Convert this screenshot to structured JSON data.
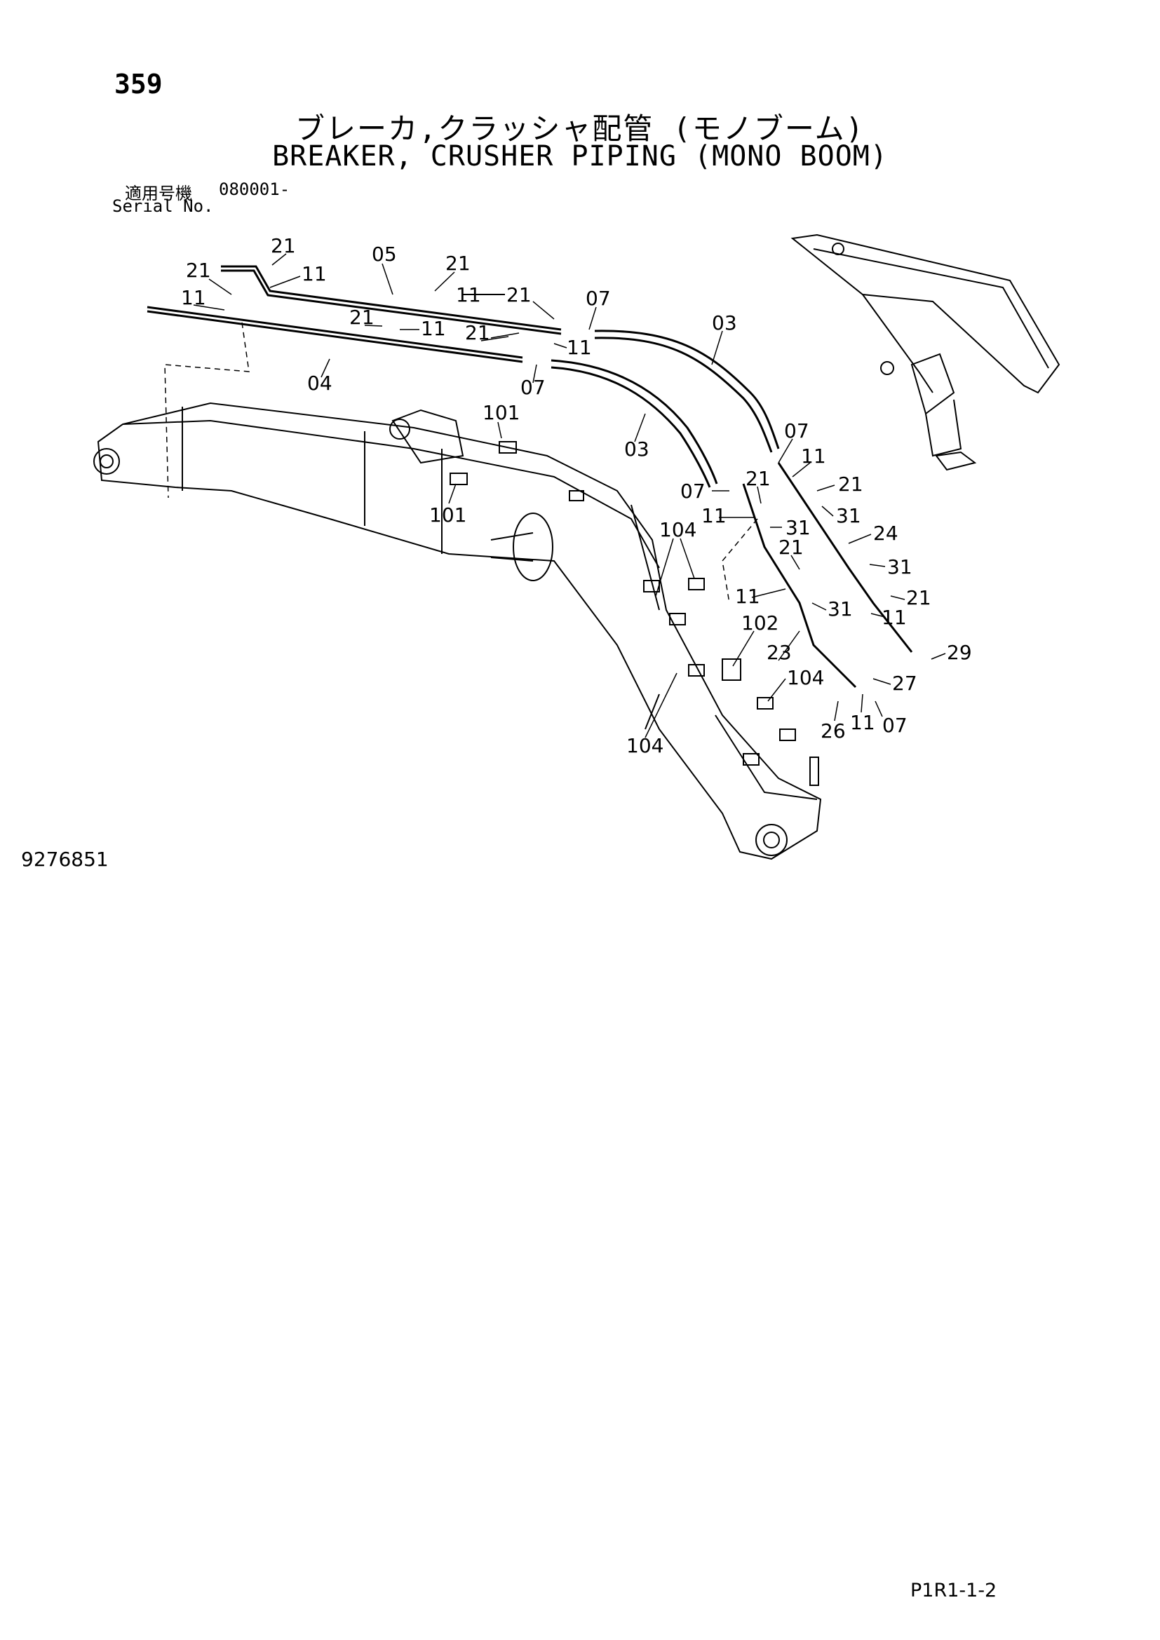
{
  "page_number": "359",
  "title_jp": "ブレーカ,クラッシャ配管 (モノブーム)",
  "title_en": "BREAKER, CRUSHER PIPING (MONO BOOM)",
  "serial": {
    "label_jp": "適用号機",
    "label_en": "Serial No.",
    "value": "080001-"
  },
  "drawing_number": "9276851",
  "page_code": "P1R1-1-2",
  "callouts": [
    "21",
    "21",
    "11",
    "05",
    "21",
    "11",
    "21",
    "11",
    "21",
    "11",
    "21",
    "11",
    "07",
    "03",
    "04",
    "07",
    "101",
    "03",
    "07",
    "11",
    "101",
    "21",
    "21",
    "07",
    "11",
    "31",
    "31",
    "24",
    "104",
    "21",
    "31",
    "11",
    "31",
    "21",
    "11",
    "102",
    "23",
    "29",
    "104",
    "27",
    "26",
    "11",
    "07",
    "104"
  ]
}
